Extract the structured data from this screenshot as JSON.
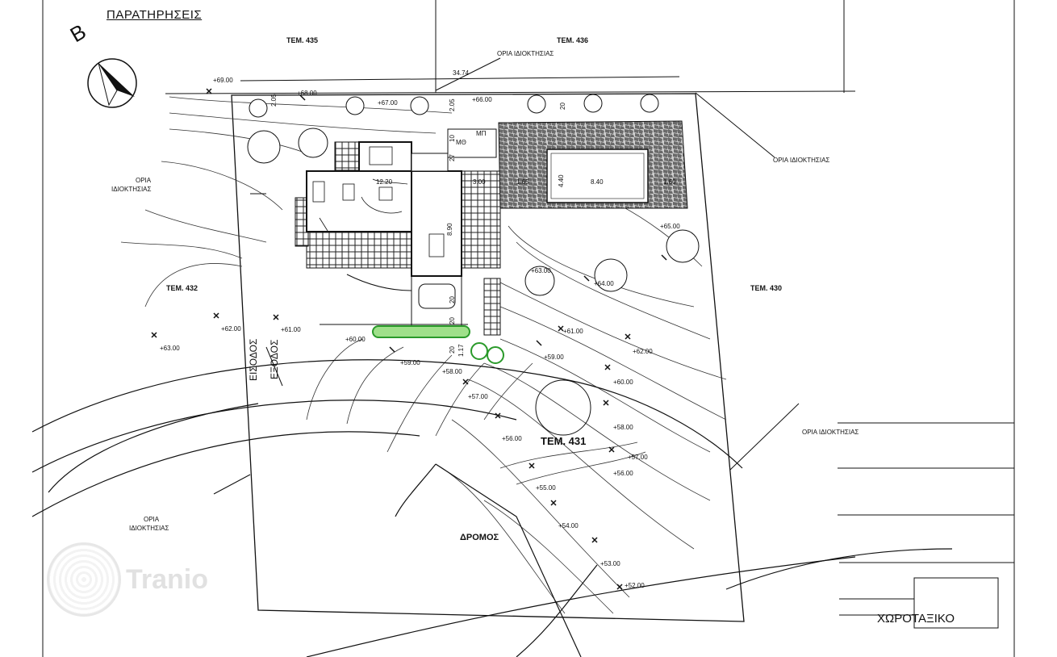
{
  "title": "ΠΑΡΑΤΗΡΗΣΕΙΣ",
  "north_letter": "Β",
  "parcels": {
    "p435": "ΤΕΜ. 435",
    "p436": "ΤΕΜ. 436",
    "p432": "ΤΕΜ. 432",
    "p430": "ΤΕΜ. 430",
    "p431": "ΤΕΜ. 431"
  },
  "property_limits": {
    "top": "ΟΡΙΑ ΙΔΙΟΚΤΗΣΙΑΣ",
    "right_top": "ΟΡΙΑ ΙΔΙΟΚΤΗΣΙΑΣ",
    "right_mid": "ΟΡΙΑ ΙΔΙΟΚΤΗΣΙΑΣ",
    "left_top_1": "ΟΡΙΑ",
    "left_top_2": "ΙΔΙΟΚΤΗΣΙΑΣ",
    "left_bottom_1": "ΟΡΙΑ",
    "left_bottom_2": "ΙΔΙΟΚΤΗΣΙΑΣ"
  },
  "entrance": "ΕΙΣΟΔΟΣ",
  "exit": "ΕΞΟΔΟΣ",
  "road": "ΔΡΟΜΟΣ",
  "sheet_label": "ΧΩΡΟΤΑΞΙΚΟ",
  "watermark": "Tranio",
  "room_codes": {
    "mp": "ΜΠ",
    "mo": "ΜΘ"
  },
  "dimensions": {
    "d3474": "34.74",
    "d1220": "12.20",
    "d440": "4.40",
    "d840": "8.40",
    "d300": "3.00",
    "d165": "1.65",
    "d160": "1.60",
    "d205a": "2.05",
    "d205b": "2.05",
    "d20a": "20",
    "d20b": "20",
    "d20c": "20",
    "d20d": "20",
    "d117": "1.17",
    "d890": "8.90",
    "d10": "10",
    "d27": "27"
  },
  "elevations": {
    "e6900": "+69.00",
    "e6800": "+68.00",
    "e6700": "+67.00",
    "e6600": "+66.00",
    "e6500": "+65.00",
    "e6400": "+64.00",
    "e6300a": "+63.00",
    "e6300b": "+63.00",
    "e6200a": "+62.00",
    "e6200b": "+62.00",
    "e6100a": "+61.00",
    "e6100b": "+61.00",
    "e6000a": "+60.00",
    "e6000b": "+60.00",
    "e5900a": "+59.00",
    "e5900b": "+59.00",
    "e5800a": "+58.00",
    "e5800b": "+58.00",
    "e5700a": "+57.00",
    "e5700b": "+57.00",
    "e5600a": "+56.00",
    "e5600b": "+56.00",
    "e5500": "+55.00",
    "e5400": "+54.00",
    "e5300": "+53.00",
    "e5200": "+52.00"
  }
}
